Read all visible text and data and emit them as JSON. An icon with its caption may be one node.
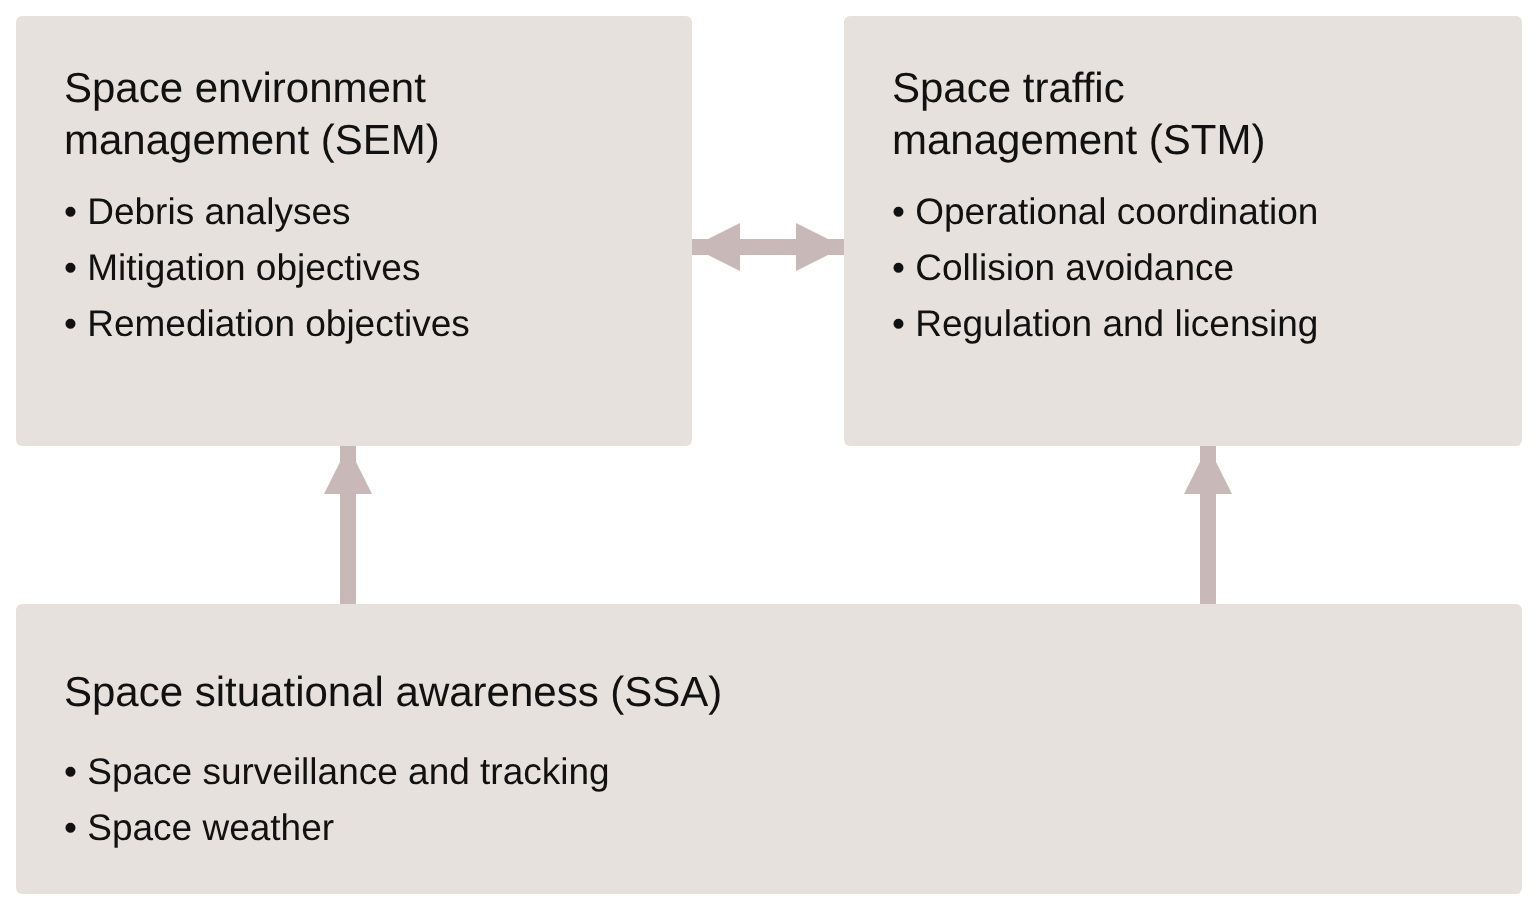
{
  "diagram": {
    "nodes": [
      {
        "text": [
          "Space environment management (SEM)",
          "• Debris analyses",
          "• Mitigation objectives",
          "• Remediation objectives"
        ]
      },
      {
        "text": [
          "Space traffic management (STM)",
          "• Operational coordination",
          "• Collision avoidance",
          "• Regulation and licensing"
        ]
      },
      {
        "text": [
          "Space situational awareness (SSA)",
          "• Space surveillance and tracking",
          "• Space weather"
        ]
      }
    ],
    "edges": [
      {
        "from": 0,
        "to": 1,
        "arrow": "both"
      },
      {
        "from": 2,
        "to": 0,
        "arrow": "to"
      },
      {
        "from": 2,
        "to": 1,
        "arrow": "to"
      }
    ]
  }
}
